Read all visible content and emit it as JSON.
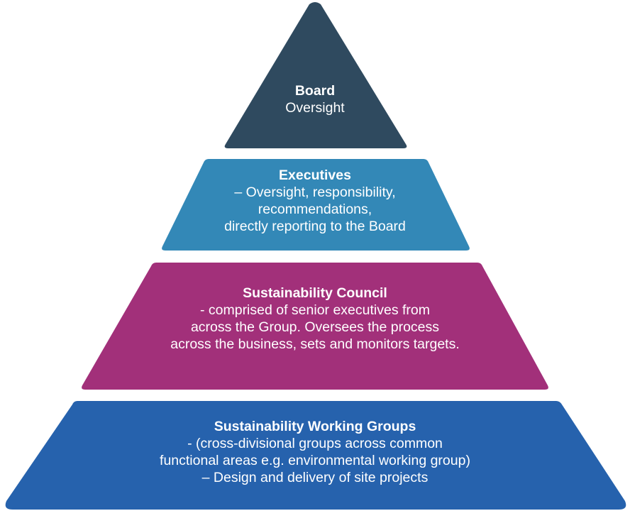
{
  "colors": {
    "board": "#2f4a5f",
    "executives": "#3388b7",
    "council": "#a2307a",
    "working_groups": "#2662ad",
    "text": "#ffffff"
  },
  "tiers": {
    "board": {
      "title": "Board",
      "lines": [
        "Oversight"
      ]
    },
    "executives": {
      "title": "Executives",
      "lines": [
        "– Oversight, responsibility,",
        "recommendations,",
        "directly reporting to the Board"
      ]
    },
    "council": {
      "title": "Sustainability Council",
      "lines": [
        "- comprised of senior executives from",
        "across the Group. Oversees the process",
        "across the business, sets and monitors targets."
      ]
    },
    "working_groups": {
      "title": "Sustainability Working Groups",
      "lines": [
        "- (cross-divisional groups across common",
        "functional areas e.g. environmental working group)",
        "– Design and delivery of site projects"
      ]
    }
  }
}
